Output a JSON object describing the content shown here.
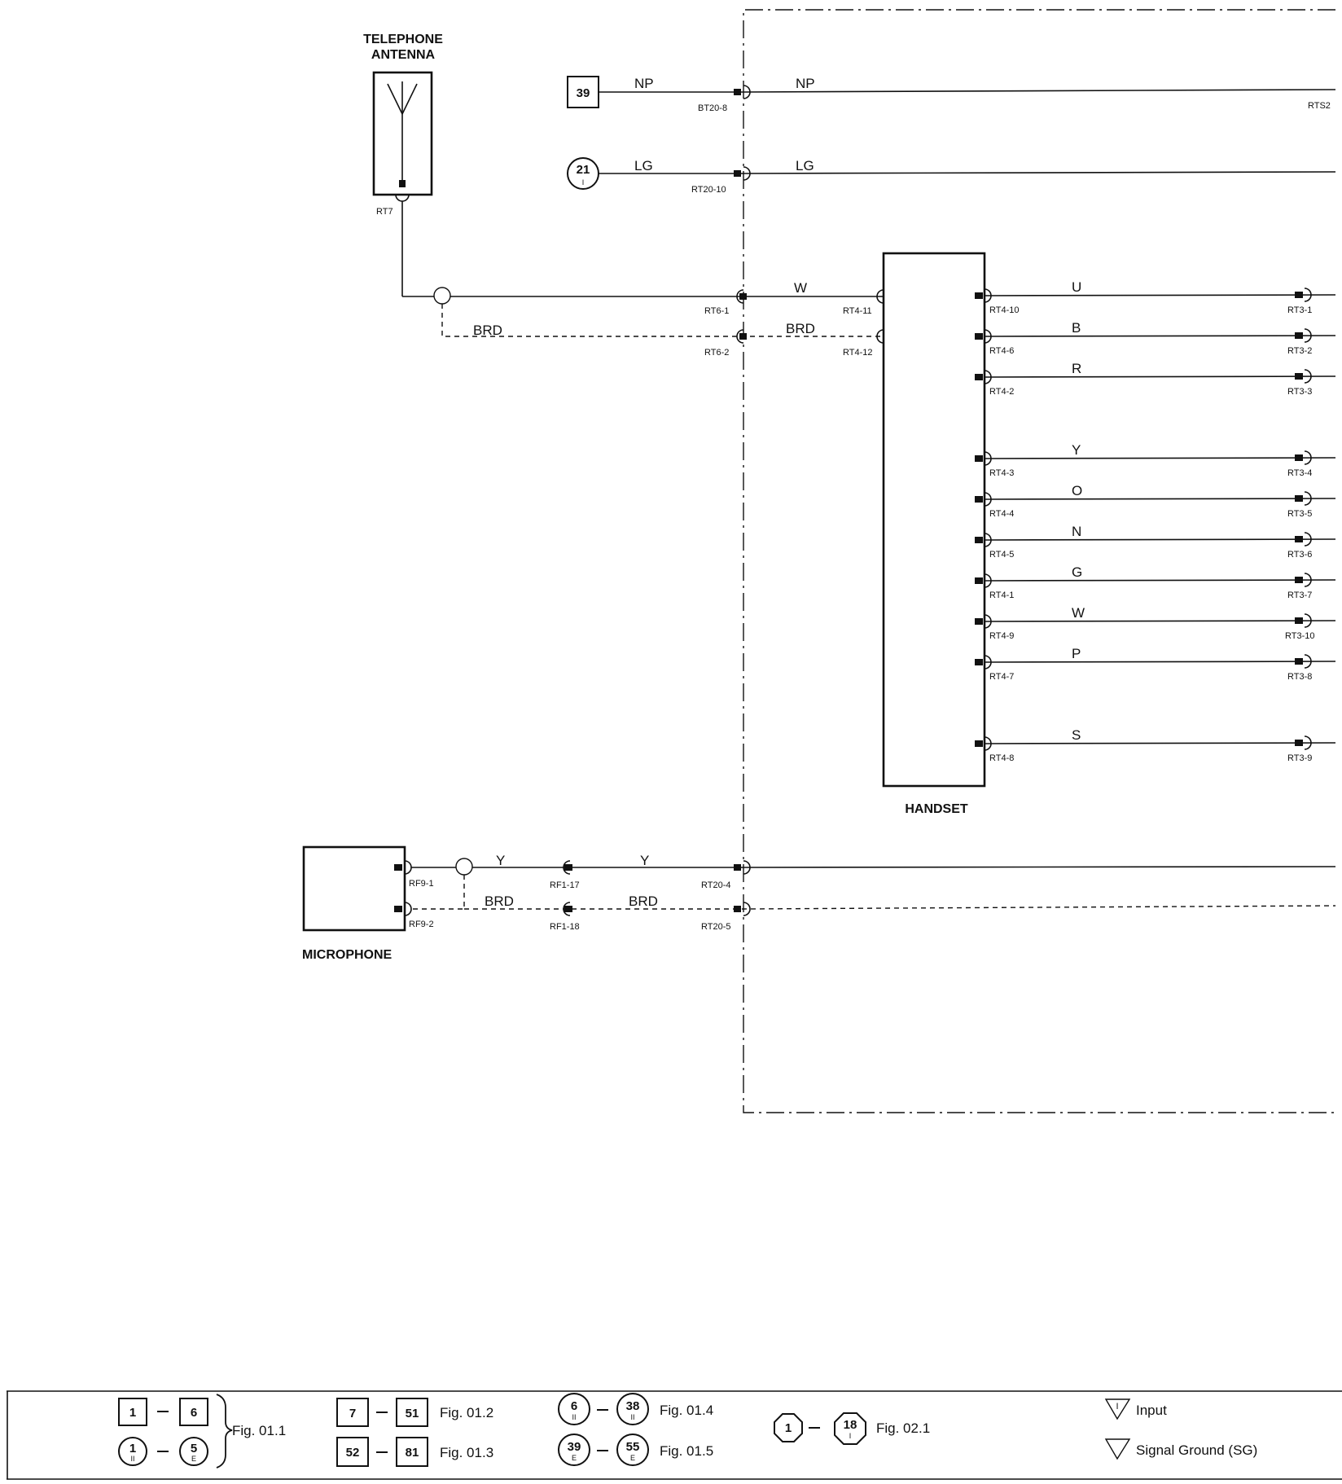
{
  "labels": {
    "antenna_line1": "TELEPHONE",
    "antenna_line2": "ANTENNA",
    "handset": "HANDSET",
    "microphone": "MICROPHONE"
  },
  "refs": {
    "ref39": {
      "num": "39",
      "sub": ""
    },
    "ref21": {
      "num": "21",
      "sub": "I"
    }
  },
  "connectors": {
    "rt7": "RT7",
    "bt20_8": "BT20-8",
    "rt20_10": "RT20-10",
    "rts2": "RTS2",
    "rt6_1": "RT6-1",
    "rt6_2": "RT6-2",
    "rt4_11": "RT4-11",
    "rt4_12": "RT4-12",
    "rf9_1": "RF9-1",
    "rf9_2": "RF9-2",
    "rf1_17": "RF1-17",
    "rf1_18": "RF1-18",
    "rt20_4": "RT20-4",
    "rt20_5": "RT20-5"
  },
  "wires": {
    "np": "NP",
    "lg": "LG",
    "w": "W",
    "brd": "BRD",
    "y": "Y"
  },
  "handset_lines": [
    {
      "color": "U",
      "left": "RT4-10",
      "right": "RT3-1"
    },
    {
      "color": "B",
      "left": "RT4-6",
      "right": "RT3-2"
    },
    {
      "color": "R",
      "left": "RT4-2",
      "right": "RT3-3"
    },
    {
      "color": "Y",
      "left": "RT4-3",
      "right": "RT3-4"
    },
    {
      "color": "O",
      "left": "RT4-4",
      "right": "RT3-5"
    },
    {
      "color": "N",
      "left": "RT4-5",
      "right": "RT3-6"
    },
    {
      "color": "G",
      "left": "RT4-1",
      "right": "RT3-7"
    },
    {
      "color": "W",
      "left": "RT4-9",
      "right": "RT3-10"
    },
    {
      "color": "P",
      "left": "RT4-7",
      "right": "RT3-8"
    },
    {
      "color": "S",
      "left": "RT4-8",
      "right": "RT3-9"
    }
  ],
  "legend": {
    "a_from": "1",
    "a_to": "6",
    "b_from": "1",
    "b_from_sub": "II",
    "b_to": "5",
    "b_to_sub": "E",
    "fig011": "Fig. 01.1",
    "c_from": "7",
    "c_to": "51",
    "fig012": "Fig. 01.2",
    "d_from": "52",
    "d_to": "81",
    "fig013": "Fig. 01.3",
    "e_from": "6",
    "e_from_sub": "II",
    "e_to": "38",
    "e_to_sub": "II",
    "fig014": "Fig. 01.4",
    "f_from": "39",
    "f_from_sub": "E",
    "f_to": "55",
    "f_to_sub": "E",
    "fig015": "Fig. 01.5",
    "g_from": "1",
    "g_to": "18",
    "g_to_sub": "I",
    "fig021": "Fig. 02.1",
    "input_mark": "I",
    "input": "Input",
    "signal_ground": "Signal Ground (SG)"
  }
}
